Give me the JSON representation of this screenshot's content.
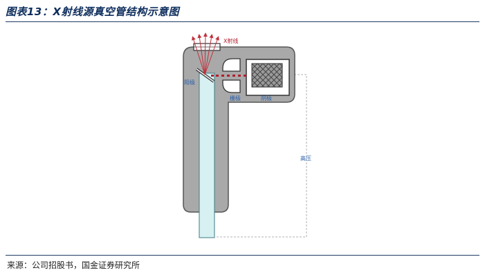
{
  "figure": {
    "title": "图表13：X射线源真空管结构示意图"
  },
  "diagram": {
    "labels": {
      "xray": "X射线",
      "anode": "阳极",
      "gate": "栅极",
      "cathode": "阴极",
      "high_voltage": "高压"
    },
    "colors": {
      "tube_body": "#a9a9a9",
      "tube_outline": "#555555",
      "glass": "#d7f1f3",
      "xray_arrows": "#c0303c",
      "electron_beam": "#b01e2e",
      "label_text": "#2a5ea8",
      "dashed_circuit": "#b0b0b0"
    }
  },
  "source": {
    "text": "来源：公司招股书，国金证券研究所"
  }
}
